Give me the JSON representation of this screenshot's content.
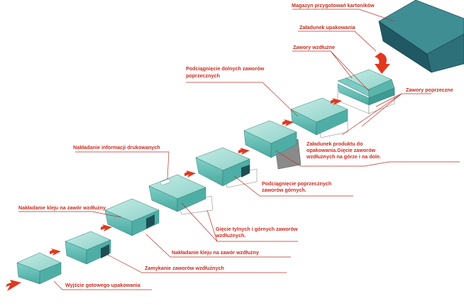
{
  "labels": {
    "magazyn": "Magazyn przygotowań kartoników",
    "zaladunek_upak": "Załadunek upakowania",
    "zawory_wzdluzne": "Zawory wzdłużne",
    "zawory_poprzeczne": "Zawory poprzeczne",
    "podciag_dolnych_1": "Podciągnięcie dolnych zaworów",
    "podciag_dolnych_2": "poprzecznych",
    "zaladunek_prod_1": "Załadunek produktu do",
    "zaladunek_prod_2": "opakowania.Gięcie zaworów",
    "zaladunek_prod_3": "wzdłużnych na górze i na dole.",
    "nakladanie_info": "Nakładanie informacji drukowanych",
    "podciag_gornych_1": "Podciągnięcie poprzecznych",
    "podciag_gornych_2": "zaworów górnych.",
    "nakladanie_kleju_1": "Nakładanie kleju na zawór wzdłużny",
    "giecie_1": "Gięcie tylnych i górnych zaworów",
    "giecie_2": "wzdłużnych.",
    "nakladanie_kleju_2": "Nakładanie kleju na zawór wzdłużny",
    "zamykanie": "Zamykanie zaworów wzdłużnych",
    "wyjscie": "Wyjście gotowego upakowania"
  },
  "colors": {
    "label_red": "#cc2a1e",
    "leader_red": "#b8322a",
    "box_top": "#a9ddd6",
    "box_front": "#6cc3bb",
    "box_side": "#3d9b93",
    "magazine_top": "#3d8a90",
    "magazine_front": "#1e5560",
    "magazine_side": "#2b6e78",
    "arrow_red": "#e0391f"
  }
}
